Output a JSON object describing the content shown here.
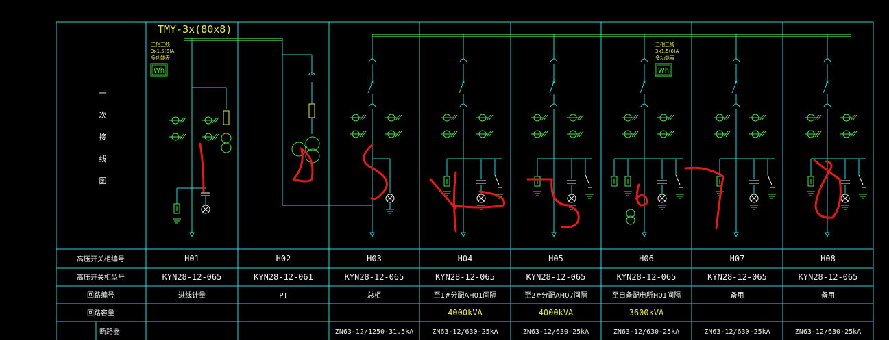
{
  "busbar_label": "TMY-3x(80x8)",
  "side_title_chars": [
    "一",
    "次",
    "接",
    "线",
    "图"
  ],
  "meter_note": [
    "三相三线",
    "3x1.5(6)A",
    "多功能表"
  ],
  "meter_box": "Wh",
  "row_labels": [
    "高压开关柜编号",
    "高压开关柜型号",
    "回路编号",
    "回路容量",
    "断路器"
  ],
  "columns": [
    {
      "id": "H01",
      "model": "KYN28-12-065",
      "circuit": "进线计量",
      "capacity": "",
      "breaker": ""
    },
    {
      "id": "H02",
      "model": "KYN28-12-061",
      "circuit": "PT",
      "capacity": "",
      "breaker": ""
    },
    {
      "id": "H03",
      "model": "KYN28-12-065",
      "circuit": "总柜",
      "capacity": "",
      "breaker": "ZN63-12/1250-31.5kA"
    },
    {
      "id": "H04",
      "model": "KYN28-12-065",
      "circuit": "至1#分配AH01间隔",
      "capacity": "4000kVA",
      "breaker": "ZN63-12/630-25kA"
    },
    {
      "id": "H05",
      "model": "KYN28-12-065",
      "circuit": "至2#分配AH07间隔",
      "capacity": "4000kVA",
      "breaker": "ZN63-12/630-25kA"
    },
    {
      "id": "H06",
      "model": "KYN28-12-065",
      "circuit": "至自备配电所H01间隔",
      "capacity": "3600kVA",
      "breaker": "ZN63-12/630-25kA"
    },
    {
      "id": "H07",
      "model": "KYN28-12-065",
      "circuit": "备用",
      "capacity": "",
      "breaker": "ZN63-12/630-25kA"
    },
    {
      "id": "H08",
      "model": "KYN28-12-065",
      "circuit": "备用",
      "capacity": "",
      "breaker": "ZN63-12/630-25kA"
    }
  ],
  "annotations": [
    "1",
    "2",
    "3",
    "4",
    "5",
    "6",
    "7",
    "8"
  ]
}
